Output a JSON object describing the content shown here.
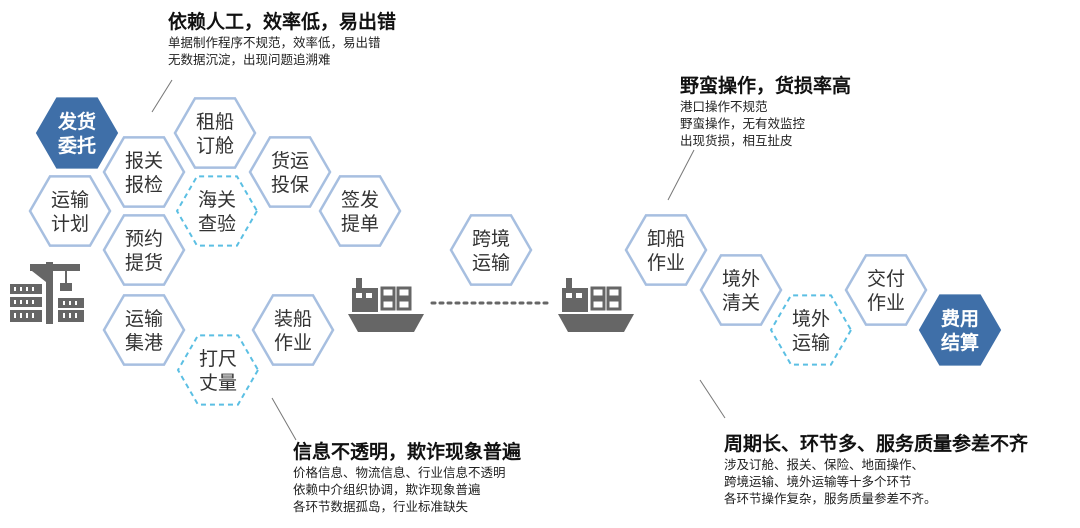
{
  "colors": {
    "hex_stroke": "#a7bfe0",
    "dashed_stroke": "#5bbfe3",
    "filled": "#3f6fa8",
    "icon": "#666666",
    "connector": "#777777"
  },
  "nodes": [
    {
      "id": "fahuo",
      "lines": [
        "发货",
        "委托"
      ],
      "style": "filled"
    },
    {
      "id": "zuchuan",
      "lines": [
        "租船",
        "订舱"
      ],
      "style": "outline"
    },
    {
      "id": "baoguan",
      "lines": [
        "报关",
        "报检"
      ],
      "style": "outline"
    },
    {
      "id": "huoyun",
      "lines": [
        "货运",
        "投保"
      ],
      "style": "outline"
    },
    {
      "id": "yunshu",
      "lines": [
        "运输",
        "计划"
      ],
      "style": "outline"
    },
    {
      "id": "haiguan",
      "lines": [
        "海关",
        "查验"
      ],
      "style": "dashed"
    },
    {
      "id": "qianfa",
      "lines": [
        "签发",
        "提单"
      ],
      "style": "outline"
    },
    {
      "id": "yuyue",
      "lines": [
        "预约",
        "提货"
      ],
      "style": "outline"
    },
    {
      "id": "jigang",
      "lines": [
        "运输",
        "集港"
      ],
      "style": "outline"
    },
    {
      "id": "zhuangchuan",
      "lines": [
        "装船",
        "作业"
      ],
      "style": "outline"
    },
    {
      "id": "dachi",
      "lines": [
        "打尺",
        "丈量"
      ],
      "style": "dashed"
    },
    {
      "id": "kuajing",
      "lines": [
        "跨境",
        "运输"
      ],
      "style": "outline"
    },
    {
      "id": "xiechuan",
      "lines": [
        "卸船",
        "作业"
      ],
      "style": "outline"
    },
    {
      "id": "jingwai_qg",
      "lines": [
        "境外",
        "清关"
      ],
      "style": "outline"
    },
    {
      "id": "jingwai_ys",
      "lines": [
        "境外",
        "运输"
      ],
      "style": "dashed"
    },
    {
      "id": "jiaofu",
      "lines": [
        "交付",
        "作业"
      ],
      "style": "outline"
    },
    {
      "id": "feiyong",
      "lines": [
        "费用",
        "结算"
      ],
      "style": "filled"
    }
  ],
  "notes": {
    "manual": {
      "title": "依赖人工，效率低，易出错",
      "lines": [
        "单据制作程序不规范，效率低，易出错",
        "无数据沉淀，出现问题追溯难"
      ]
    },
    "rough": {
      "title": "野蛮操作，货损率高",
      "lines": [
        "港口操作不规范",
        "野蛮操作，无有效监控",
        "出现货损，相互扯皮"
      ]
    },
    "opaque": {
      "title": "信息不透明，欺诈现象普遍",
      "lines": [
        "价格信息、物流信息、行业信息不透明",
        "依赖中介组织协调，欺诈现象普遍",
        "各环节数据孤岛，行业标准缺失"
      ]
    },
    "long": {
      "title": "周期长、环节多、服务质量参差不齐",
      "lines": [
        "涉及订舱、报关、保险、地面操作、",
        "跨境运输、境外运输等十多个环节",
        "各环节操作复杂，服务质量参差不齐。"
      ]
    }
  },
  "icons": [
    "crane-warehouse-icon",
    "ship-icon",
    "ship-icon"
  ]
}
